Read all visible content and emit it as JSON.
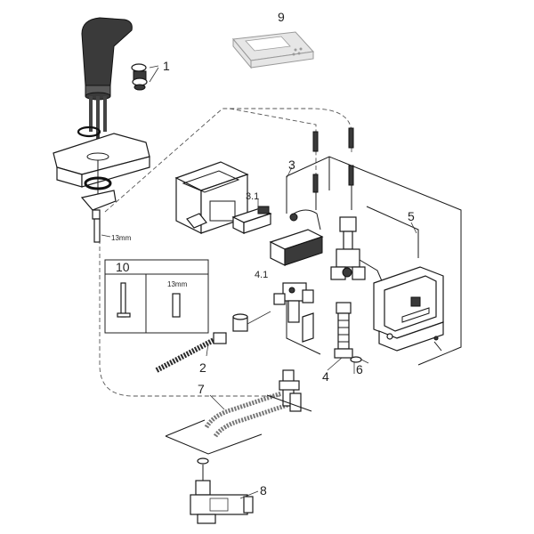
{
  "diagram": {
    "callouts": {
      "p1": "1",
      "p2": "2",
      "p3": "3",
      "p3_1": "3.1",
      "p4": "4",
      "p4_1": "4.1",
      "p5": "5",
      "p6": "6",
      "p7": "7",
      "p8": "8",
      "p9": "9",
      "p10": "10"
    },
    "dimensions": {
      "wrench_size": "13mm",
      "inset_wrench_size": "13mm"
    },
    "colors": {
      "line": "#1a1a1a",
      "remote_grey": "#e6e6e6",
      "faucet_dark": "#3a3a3a"
    }
  }
}
